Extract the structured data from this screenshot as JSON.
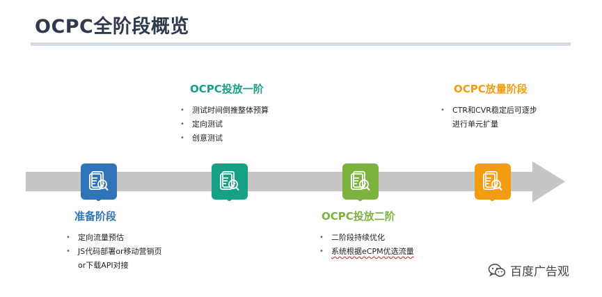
{
  "title": "OCPC全阶段概览",
  "colors": {
    "stage1": "#2f73b8",
    "stage2": "#16a085",
    "stage3": "#7cb33f",
    "stage4": "#f39c12",
    "arrow": "#c6c6c6",
    "title_rule": "#d5dbe6"
  },
  "stages": [
    {
      "title": "准备阶段",
      "icon": "document-search-icon",
      "bullets": [
        "定向流量预估",
        "JS代码部署or移动营销页",
        "or下载API对接"
      ]
    },
    {
      "title": "OCPC投放一阶",
      "icon": "document-search-icon",
      "bullets": [
        "测试时间倒推整体预算",
        "定向测试",
        "创意测试"
      ]
    },
    {
      "title": "OCPC投放二阶",
      "icon": "document-search-icon",
      "bullets": [
        "二阶段持续优化",
        "系统根据eCPM优选流量"
      ]
    },
    {
      "title": "OCPC放量阶段",
      "icon": "document-search-icon",
      "bullets": [
        "CTR和CVR稳定后可逐步",
        "进行单元扩量"
      ]
    }
  ],
  "watermark": {
    "icon": "wechat-icon",
    "text": "百度广告观"
  }
}
